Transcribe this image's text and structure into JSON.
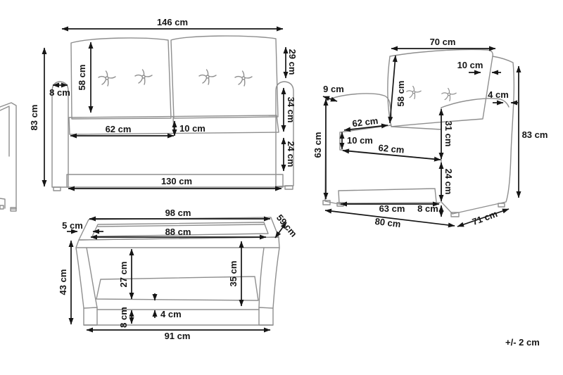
{
  "tolerance_note": "+/- 2 cm",
  "colors": {
    "background": "#ffffff",
    "furniture_line": "#8f8f8f",
    "dimension": "#161616"
  },
  "sofa": {
    "labels": {
      "total_width": "146 cm",
      "total_height": "83 cm",
      "back_cushion_height": "58 cm",
      "arm_width": "8 cm",
      "back_above_arm": "29 cm",
      "arm_above_seat": "34 cm",
      "seat_height": "24 cm",
      "seat_cushion_width": "62 cm",
      "seat_cushion_thickness": "10 cm",
      "base_width": "130 cm"
    }
  },
  "armchair": {
    "labels": {
      "back_width": "70 cm",
      "back_cushion_height": "58 cm",
      "back_cushion_thickness": "10 cm",
      "back_frame_thickness": "4 cm",
      "arm_top_width": "9 cm",
      "arm_front_height": "63 cm",
      "seat_depth": "62 cm",
      "seat_cushion_thickness": "10 cm",
      "seat_width": "62 cm",
      "arm_above_seat": "31 cm",
      "seat_height": "24 cm",
      "base_front_width": "63 cm",
      "base_height": "8 cm",
      "total_width": "80 cm",
      "total_depth": "71 cm",
      "total_height": "83 cm"
    }
  },
  "table": {
    "labels": {
      "top_width": "98 cm",
      "frame_border": "5 cm",
      "glass_width": "88 cm",
      "top_depth": "59 cm",
      "total_height": "43 cm",
      "shelf_clearance": "27 cm",
      "top_to_shelf": "35 cm",
      "base_rail_height": "8 cm",
      "shelf_gap": "4 cm",
      "base_width": "91 cm"
    }
  }
}
